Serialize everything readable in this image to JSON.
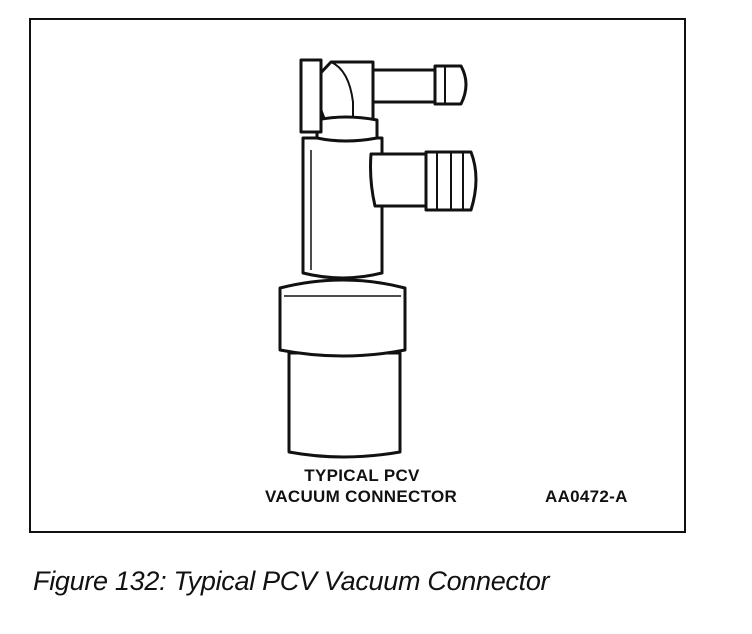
{
  "figure": {
    "label_line1": "TYPICAL PCV",
    "label_line2": "VACUUM CONNECTOR",
    "code": "AA0472-A",
    "caption": "Figure 132: Typical PCV Vacuum Connector"
  },
  "colors": {
    "ink": "#111111",
    "paper": "#ffffff",
    "shade": "#d9d9d9"
  }
}
